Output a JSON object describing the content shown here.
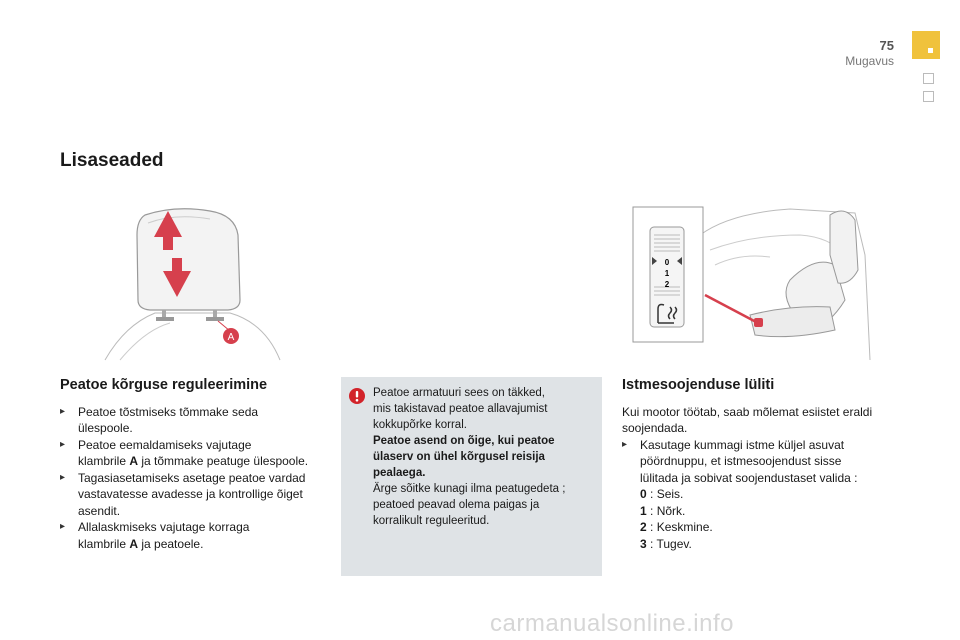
{
  "header": {
    "page_number": "75",
    "chapter": "Mugavus"
  },
  "section_title": "Lisaseaded",
  "headrest": {
    "title": "Peatoe kõrguse reguleerimine",
    "label_a": "A",
    "items": [
      [
        "Peatoe tõstmiseks tõmmake seda",
        "ülespoole."
      ],
      [
        "Peatoe eemaldamiseks vajutage",
        [
          "klambrile ",
          "A",
          " ja tõmmake peatuge ülespoole."
        ]
      ],
      [
        "Tagasiasetamiseks asetage peatoe vardad",
        "vastavatesse avadesse ja kontrollige õiget",
        "asendit."
      ],
      [
        "Allalaskmiseks vajutage korraga",
        [
          "klambrile ",
          "A",
          " ja peatoele."
        ]
      ]
    ]
  },
  "warning": {
    "text": [
      "Peatoe armatuuri sees on täkked,",
      "mis takistavad peatoe allavajumist",
      "kokkupõrke korral."
    ],
    "bold": [
      "Peatoe asend on õige, kui peatoe",
      "ülaserv on ühel kõrgusel reisija",
      "pealaega."
    ],
    "tail": [
      "Ärge sõitke kunagi ilma peatugedeta ;",
      "peatoed peavad olema paigas ja",
      "korralikult reguleeritud."
    ]
  },
  "seat_heater": {
    "title": "Istmesoojenduse lüliti",
    "intro": [
      "Kui mootor töötab, saab mõlemat esiistet eraldi",
      "soojendada."
    ],
    "bullet": [
      "Kasutage kummagi istme küljel asuvat",
      "pöördnuppu, et istmesoojendust sisse",
      "lülitada ja sobivat soojendustaset valida :"
    ],
    "levels": [
      {
        "key": "0",
        "label": " : Seis."
      },
      {
        "key": "1",
        "label": " : Nõrk."
      },
      {
        "key": "2",
        "label": " : Keskmine."
      },
      {
        "key": "3",
        "label": " : Tugev."
      }
    ],
    "dial_labels": [
      "0",
      "1",
      "2"
    ]
  },
  "watermark": "carmanualsonline.info",
  "colors": {
    "accent_tab": "#f0c23c",
    "arrow": "#d6404d",
    "warning_bg": "#dfe3e6",
    "warning_icon": "#d2232a"
  }
}
